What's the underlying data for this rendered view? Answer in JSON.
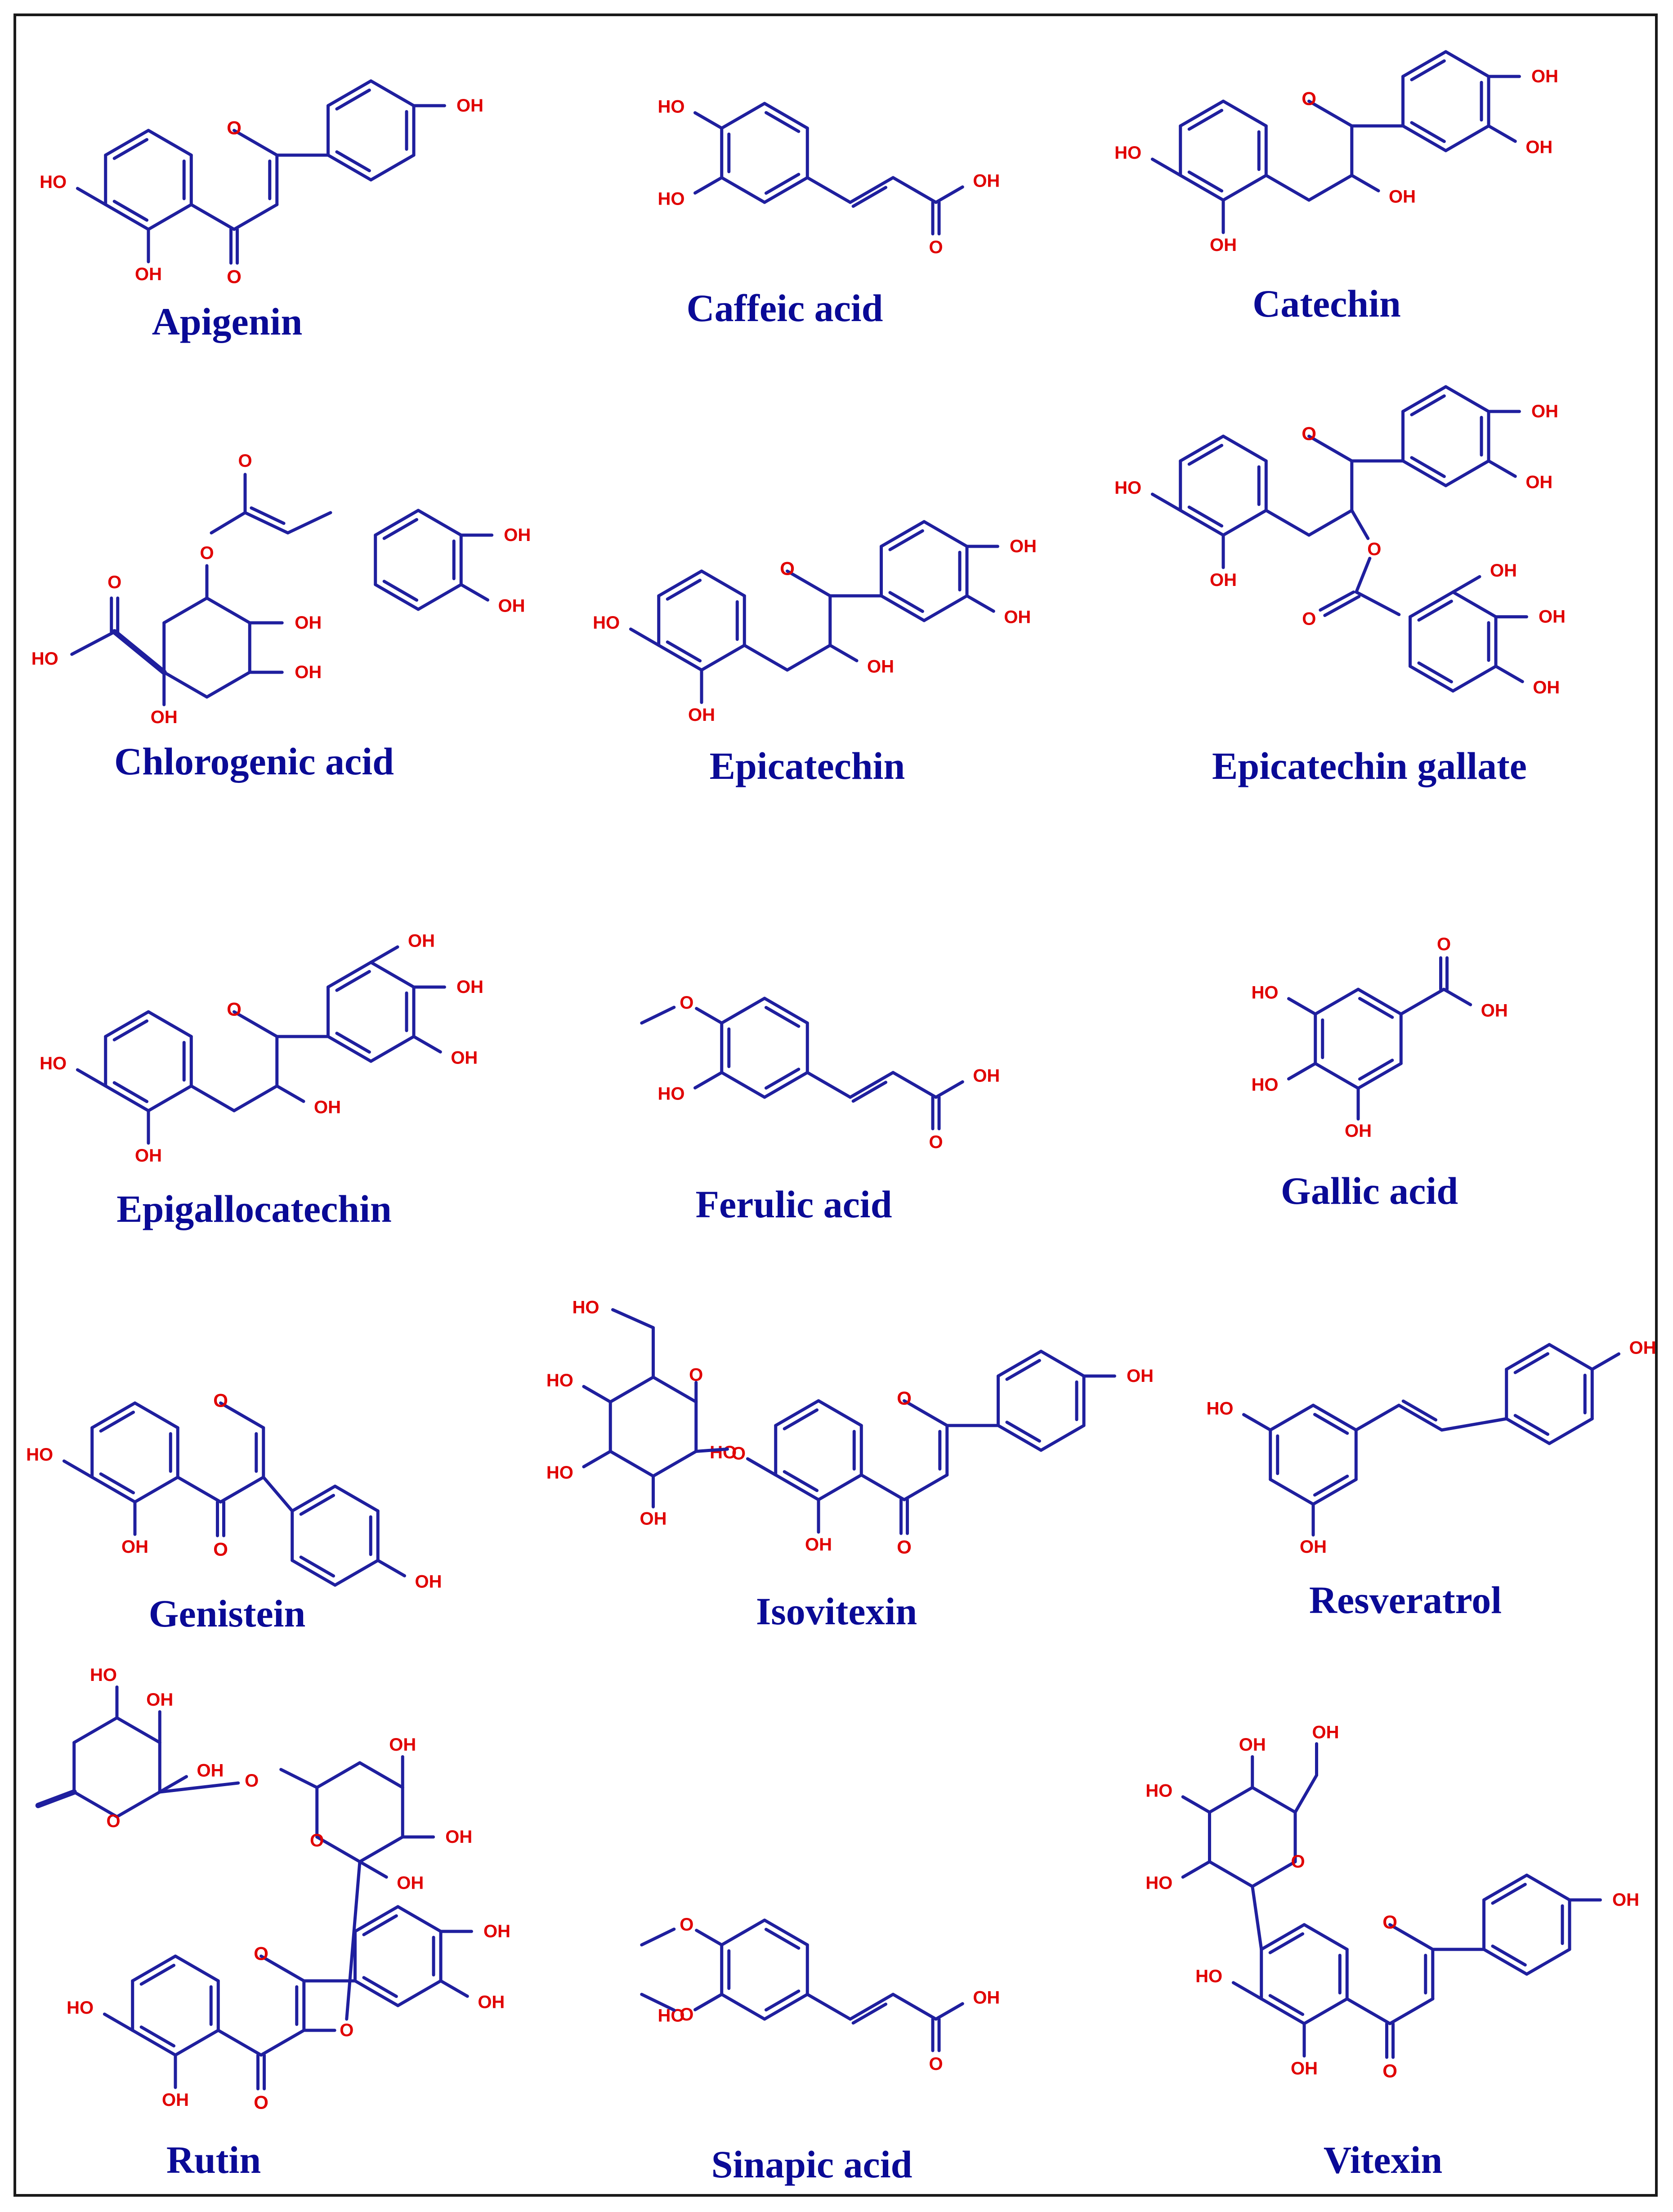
{
  "colors": {
    "bond": "#1f1f9e",
    "heteroatom": "#e00000",
    "label": "#0a0a96",
    "border": "#1a1a1a"
  },
  "compounds": [
    {
      "name": "Apigenin"
    },
    {
      "name": "Caffeic acid"
    },
    {
      "name": "Catechin"
    },
    {
      "name": "Chlorogenic acid"
    },
    {
      "name": "Epicatechin"
    },
    {
      "name": "Epicatechin gallate"
    },
    {
      "name": "Epigallocatechin"
    },
    {
      "name": "Ferulic acid"
    },
    {
      "name": "Gallic acid"
    },
    {
      "name": "Genistein"
    },
    {
      "name": "Isovitexin"
    },
    {
      "name": "Resveratrol"
    },
    {
      "name": "Rutin"
    },
    {
      "name": "Sinapic acid"
    },
    {
      "name": "Vitexin"
    }
  ],
  "atom_labels": {
    "hydroxyl": "OH",
    "hydroxyl_left": "HO",
    "oxygen": "O"
  }
}
